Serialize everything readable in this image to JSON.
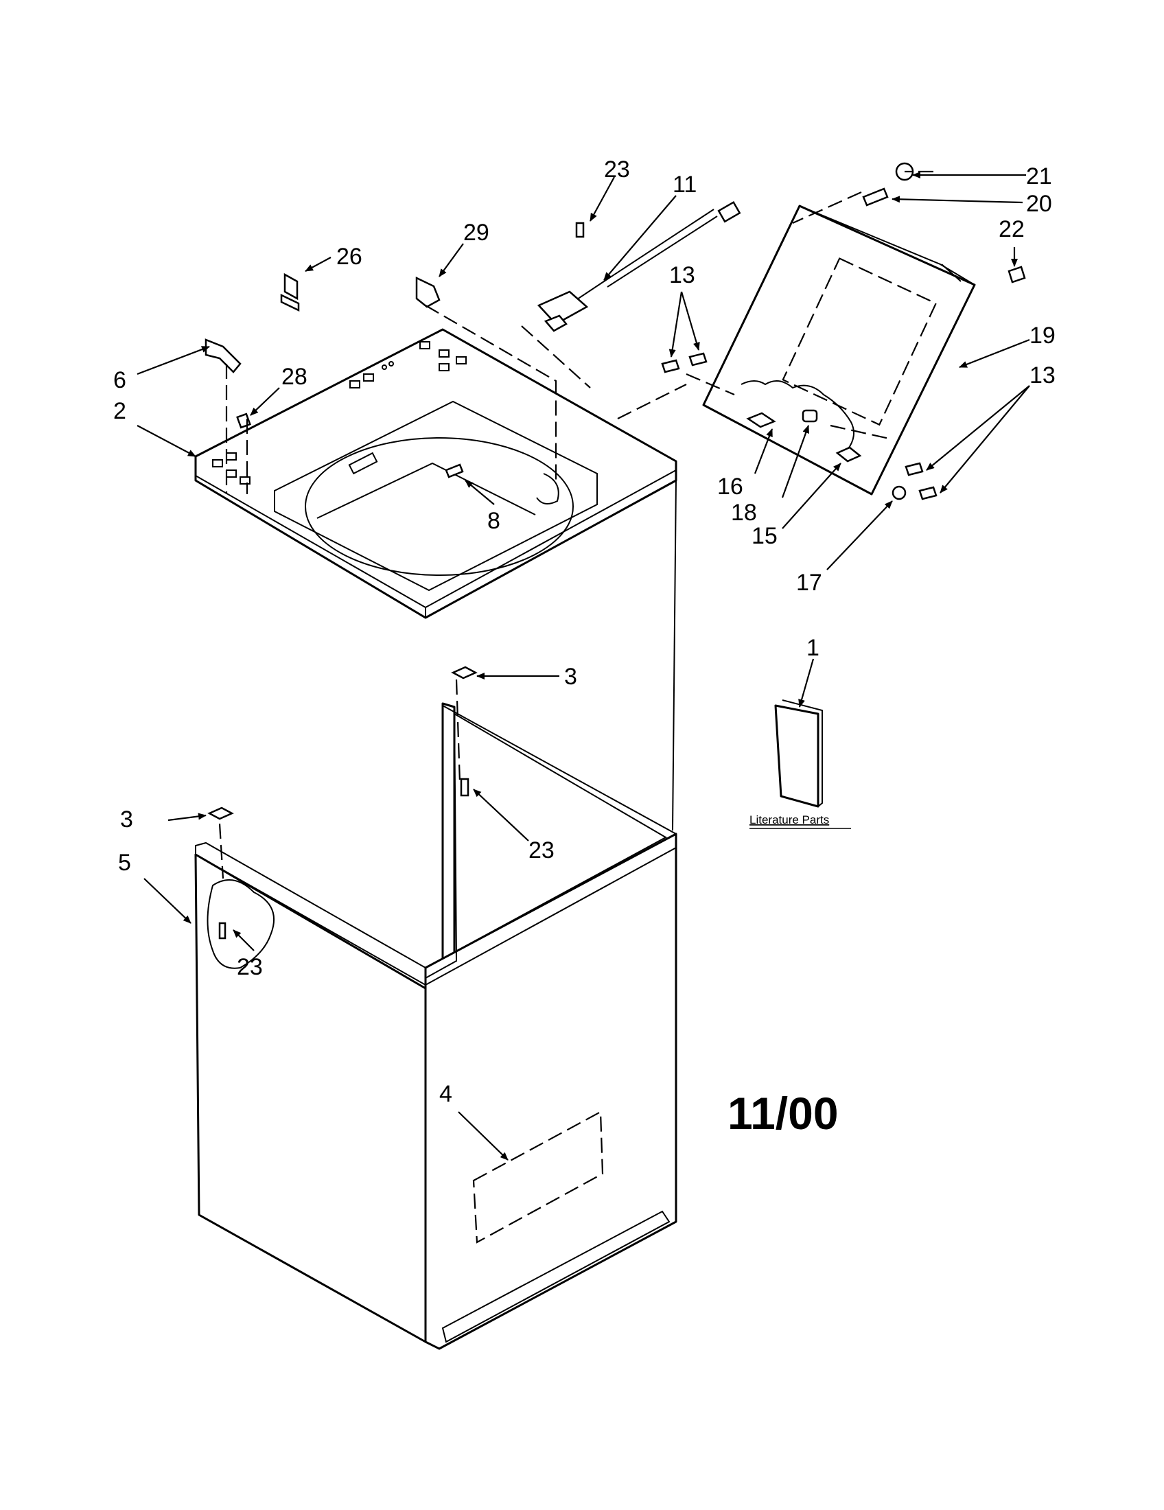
{
  "labels": {
    "l1": "1",
    "l2": "2",
    "l3a": "3",
    "l3b": "3",
    "l4": "4",
    "l5": "5",
    "l6": "6",
    "l8": "8",
    "l11": "11",
    "l13a": "13",
    "l13b": "13",
    "l15": "15",
    "l16": "16",
    "l17": "17",
    "l18": "18",
    "l19": "19",
    "l20": "20",
    "l21": "21",
    "l22": "22",
    "l23a": "23",
    "l23b": "23",
    "l23c": "23",
    "l26": "26",
    "l28": "28",
    "l29": "29"
  },
  "literature_caption": "Literature Parts",
  "date_code": "11/00",
  "colors": {
    "ink": "#000000",
    "paper": "#ffffff"
  }
}
